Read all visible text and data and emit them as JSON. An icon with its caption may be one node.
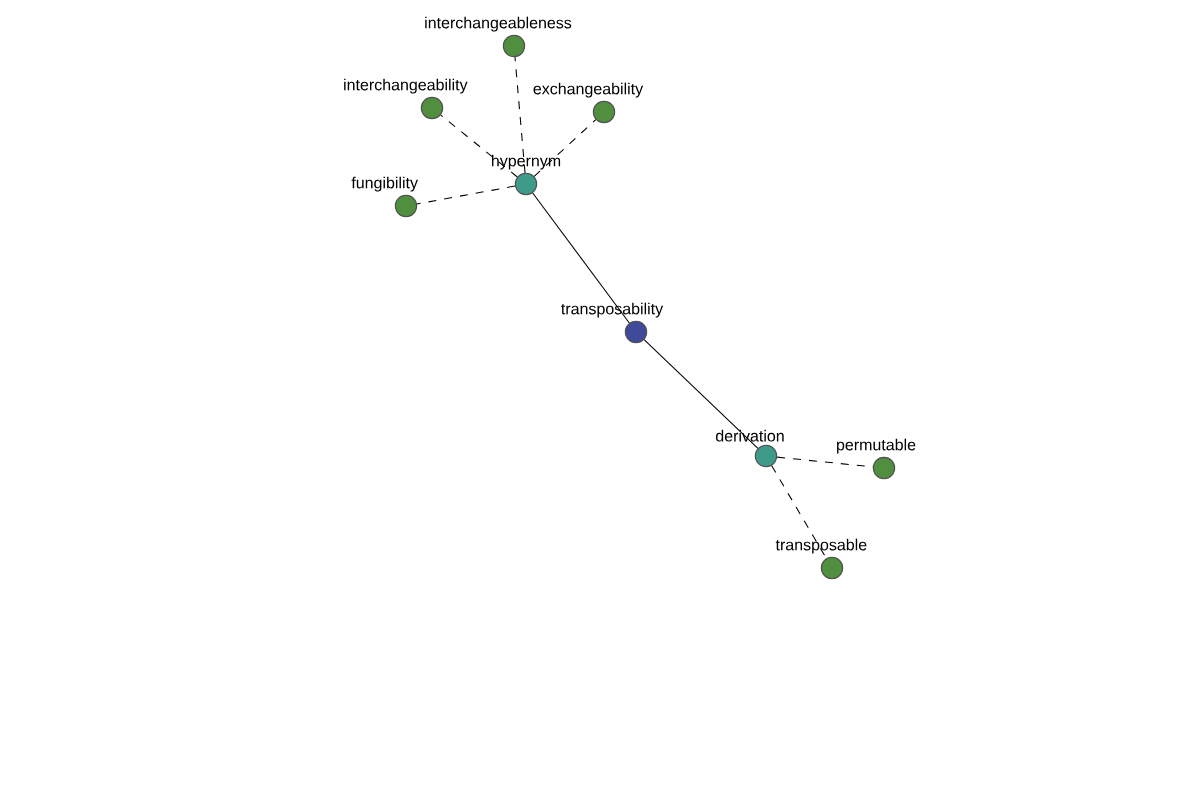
{
  "diagram": {
    "nodes": [
      {
        "text": [
          "interchangeableness"
        ]
      },
      {
        "text": [
          "interchangeability"
        ]
      },
      {
        "text": [
          "exchangeability"
        ]
      },
      {
        "text": [
          "hypernym"
        ]
      },
      {
        "text": [
          "fungibility"
        ]
      },
      {
        "text": [
          "transposability"
        ]
      },
      {
        "text": [
          "derivation"
        ]
      },
      {
        "text": [
          "permutable"
        ]
      },
      {
        "text": [
          "transposable"
        ]
      }
    ],
    "edges": [
      {
        "from": 3,
        "to": 0,
        "arrow": "none",
        "style": "dashed"
      },
      {
        "from": 3,
        "to": 1,
        "arrow": "none",
        "style": "dashed"
      },
      {
        "from": 3,
        "to": 2,
        "arrow": "none",
        "style": "dashed"
      },
      {
        "from": 3,
        "to": 4,
        "arrow": "none",
        "style": "dashed"
      },
      {
        "from": 5,
        "to": 3,
        "arrow": "none"
      },
      {
        "from": 5,
        "to": 6,
        "arrow": "none"
      },
      {
        "from": 6,
        "to": 7,
        "arrow": "none",
        "style": "dashed"
      },
      {
        "from": 6,
        "to": 8,
        "arrow": "none",
        "style": "dashed"
      }
    ]
  }
}
